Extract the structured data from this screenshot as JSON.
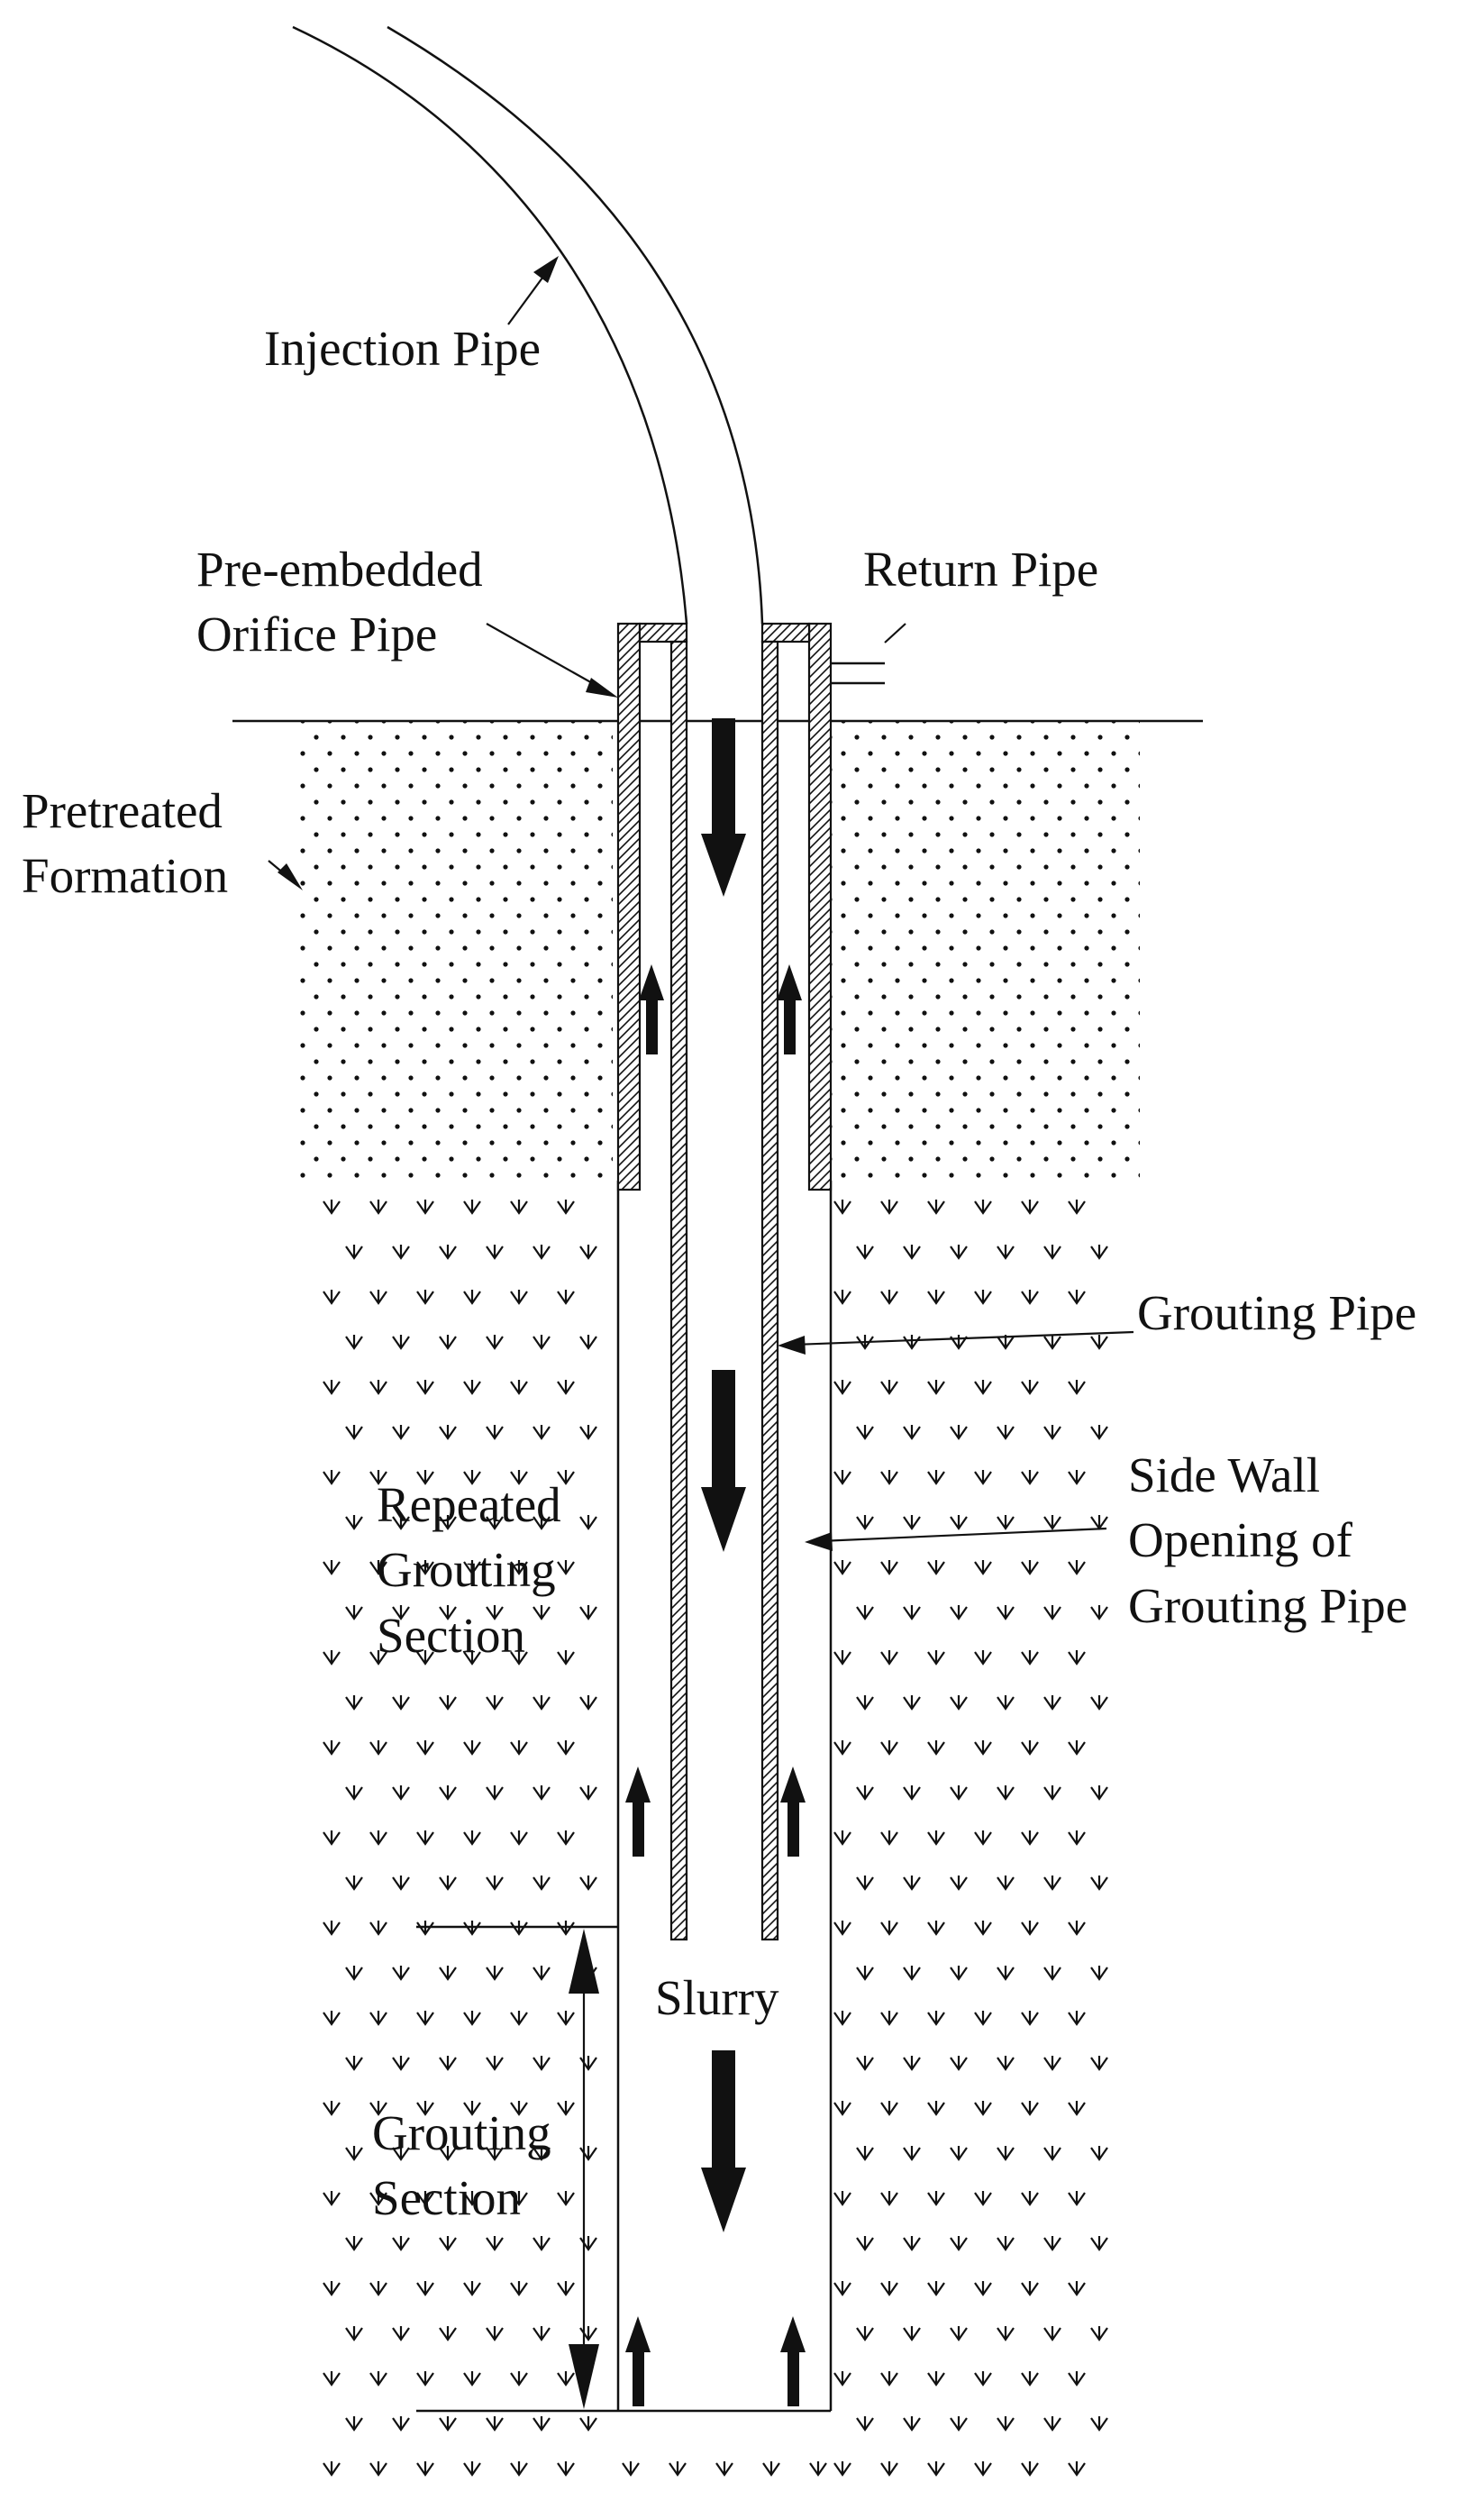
{
  "labels": {
    "injection_pipe": "Injection Pipe",
    "pre_embedded_1": "Pre-embedded",
    "pre_embedded_2": "Orifice Pipe",
    "return_pipe": "Return Pipe",
    "pretreated_1": "Pretreated",
    "pretreated_2": "Formation",
    "grouting_pipe": "Grouting Pipe",
    "side_wall_1": "Side Wall",
    "side_wall_2": "Opening of",
    "side_wall_3": "Grouting Pipe",
    "repeated_1": "Repeated",
    "repeated_2": "Grouting",
    "repeated_3": "Section",
    "slurry": "Slurry",
    "grouting_section_1": "Grouting",
    "grouting_section_2": "Section"
  },
  "colors": {
    "line": "#111111",
    "background": "#ffffff"
  }
}
